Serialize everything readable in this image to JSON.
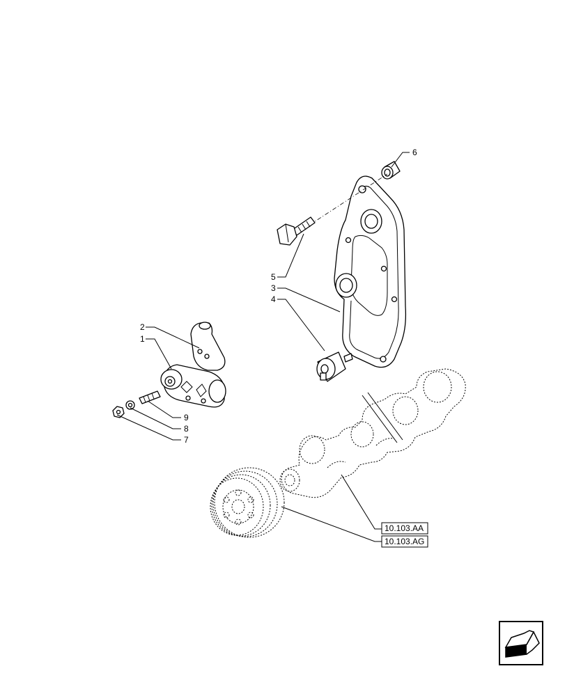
{
  "callouts": [
    "1",
    "2",
    "3",
    "4",
    "5",
    "6",
    "7",
    "8",
    "9"
  ],
  "references": [
    "10.103.AA",
    "10.103.AG"
  ],
  "nav_icon": "next-page-arrow-icon"
}
